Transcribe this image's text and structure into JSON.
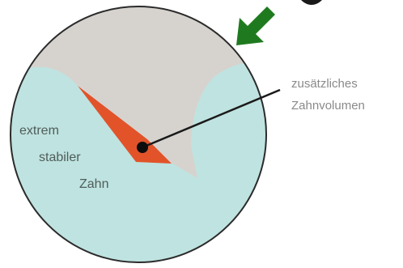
{
  "diagram": {
    "labels": {
      "tooth_line1": "extrem",
      "tooth_line2": "stabiler",
      "tooth_line3": "Zahn",
      "callout_line1": "zusätzliches",
      "callout_line2": "Zahnvolumen"
    },
    "colors": {
      "background": "#ffffff",
      "circle_outline": "#2b2b2b",
      "tooth_fill": "#bfe3e0",
      "gap_fill": "#d6d3cf",
      "added_volume_fill": "#e2532a",
      "tooth_label": "#4f5d5a",
      "callout_text": "#8a8a8a",
      "arrow": "#1f7a1f",
      "leader_line": "#1a1a1a",
      "dot": "#0d0d0d"
    },
    "icons": {
      "arrow": "green-arrow-icon"
    }
  }
}
